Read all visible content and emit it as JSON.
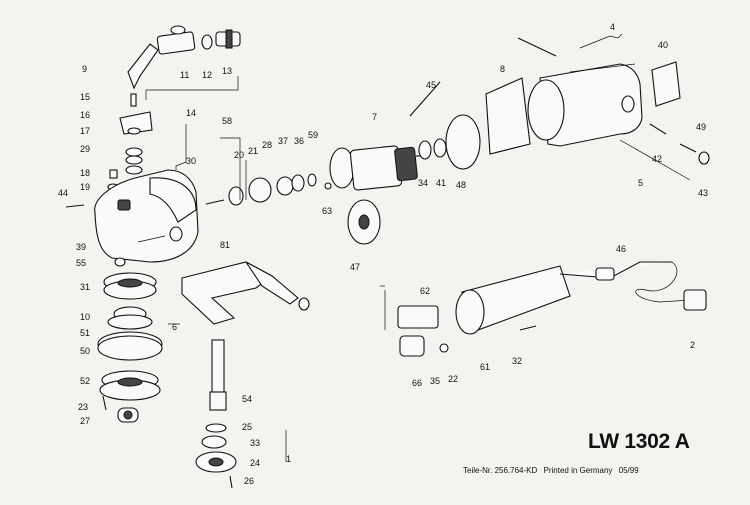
{
  "model": "LW 1302 A",
  "footer": {
    "part_number": "Teile-Nr. 256.764-KD",
    "printed": "Printed in Germany",
    "date": "05/99"
  },
  "callouts": [
    "1",
    "2",
    "4",
    "5",
    "6",
    "7",
    "8",
    "9",
    "10",
    "11",
    "12",
    "13",
    "14",
    "15",
    "16",
    "17",
    "18",
    "19",
    "20",
    "21",
    "22",
    "23",
    "24",
    "25",
    "26",
    "27",
    "28",
    "29",
    "30",
    "31",
    "32",
    "33",
    "34",
    "35",
    "36",
    "37",
    "39",
    "40",
    "41",
    "42",
    "43",
    "44",
    "45",
    "46",
    "47",
    "48",
    "49",
    "50",
    "51",
    "52",
    "54",
    "55",
    "58",
    "59",
    "61",
    "62",
    "63",
    "66",
    "81"
  ]
}
